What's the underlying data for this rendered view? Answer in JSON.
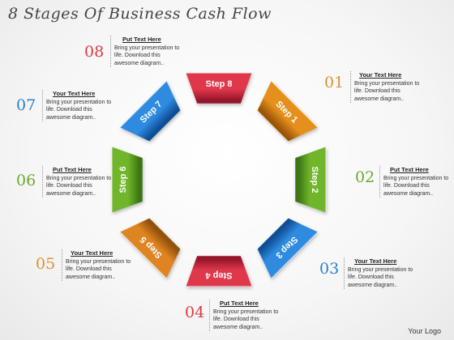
{
  "title": "8 Stages Of Business Cash Flow",
  "logo": "Your Logo",
  "segments": [
    {
      "step": "Step 1",
      "color": "#e58f1e",
      "dark": "#9c5706"
    },
    {
      "step": "Step 2",
      "color": "#6fb52a",
      "dark": "#3b7412"
    },
    {
      "step": "Step 3",
      "color": "#2e8be0",
      "dark": "#114f96"
    },
    {
      "step": "Step 4",
      "color": "#e0374b",
      "dark": "#95162a"
    },
    {
      "step": "Step 5",
      "color": "#de8420",
      "dark": "#92510a"
    },
    {
      "step": "Step 6",
      "color": "#6fb52a",
      "dark": "#3b7412"
    },
    {
      "step": "Step 7",
      "color": "#2e8be0",
      "dark": "#114f96"
    },
    {
      "step": "Step 8",
      "color": "#e0374b",
      "dark": "#95162a"
    }
  ],
  "callouts": [
    {
      "number": "01",
      "heading": "Your Text Here",
      "body": "Bring your presentation to life. Download this awesome diagram..",
      "color": "#e2902f"
    },
    {
      "number": "02",
      "heading": "Put Text Here",
      "body": "Bring your presentation to life. Download this awesome diagram..",
      "color": "#6aaa2e"
    },
    {
      "number": "03",
      "heading": "Your Text Here",
      "body": "Bring your presentation to life. Download this awesome diagram..",
      "color": "#2a7fd0"
    },
    {
      "number": "04",
      "heading": "Put Text Here",
      "body": "Bring your presentation to life. Download this awesome diagram..",
      "color": "#d93a44"
    },
    {
      "number": "05",
      "heading": "Your Text Here",
      "body": "Bring your presentation to life. Download this awesome diagram..",
      "color": "#e2902f"
    },
    {
      "number": "06",
      "heading": "Put Text Here",
      "body": "Bring your presentation to life. Download this awesome diagram..",
      "color": "#6aaa2e"
    },
    {
      "number": "07",
      "heading": "Your Text Here",
      "body": "Bring your presentation to life. Download this awesome diagram..",
      "color": "#2a7fd0"
    },
    {
      "number": "08",
      "heading": "Put Text Here",
      "body": "Bring your presentation to life. Download this awesome diagram..",
      "color": "#d93a44"
    }
  ]
}
